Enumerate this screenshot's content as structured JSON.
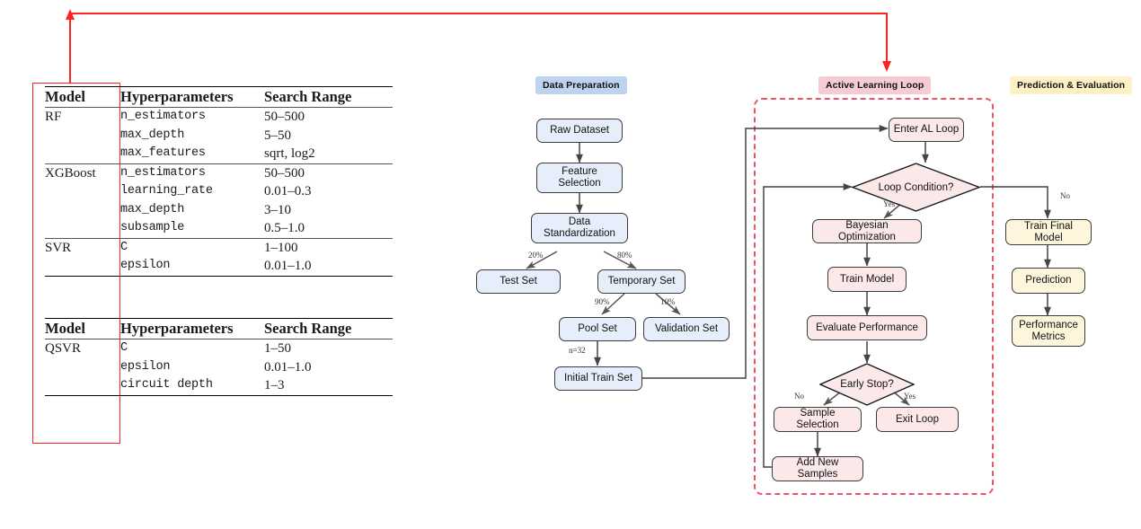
{
  "tables": {
    "table1": {
      "headers": [
        "Model",
        "Hyperparameters",
        "Search Range"
      ],
      "groups": [
        {
          "model": "RF",
          "rows": [
            {
              "param": "n_estimators",
              "range": "50–500"
            },
            {
              "param": "max_depth",
              "range": "5–50"
            },
            {
              "param": "max_features",
              "range": "sqrt, log2"
            }
          ]
        },
        {
          "model": "XGBoost",
          "rows": [
            {
              "param": "n_estimators",
              "range": "50–500"
            },
            {
              "param": "learning_rate",
              "range": "0.01–0.3"
            },
            {
              "param": "max_depth",
              "range": "3–10"
            },
            {
              "param": "subsample",
              "range": "0.5–1.0"
            }
          ]
        },
        {
          "model": "SVR",
          "rows": [
            {
              "param": "C",
              "range": "1–100"
            },
            {
              "param": "epsilon",
              "range": "0.01–1.0"
            }
          ]
        }
      ]
    },
    "table2": {
      "headers": [
        "Model",
        "Hyperparameters",
        "Search Range"
      ],
      "groups": [
        {
          "model": "QSVR",
          "rows": [
            {
              "param": "C",
              "range": "1–50"
            },
            {
              "param": "epsilon",
              "range": "0.01–1.0"
            },
            {
              "param": "circuit depth",
              "range": "1–3"
            }
          ]
        }
      ]
    }
  },
  "colors": {
    "highlight_red": "#ff2222",
    "loop_dashed_red": "#e8556a",
    "data_prep_fill": "#e7eefb",
    "data_prep_header_fill": "#bed3f0",
    "al_fill": "#fbe9ea",
    "al_header_fill": "#f6ccd4",
    "pred_fill": "#fdf6dd",
    "pred_header_fill": "#fdf0c4",
    "node_border": "#3b3b3b",
    "arrow": "#444444"
  },
  "flowchart": {
    "sections": [
      {
        "id": "data-preparation",
        "label": "Data Preparation"
      },
      {
        "id": "active-learning-loop",
        "label": "Active Learning Loop"
      },
      {
        "id": "prediction-evaluation",
        "label": "Prediction & Evaluation"
      }
    ],
    "data_prep_nodes": [
      {
        "id": "raw-dataset",
        "label": "Raw Dataset"
      },
      {
        "id": "feature-selection",
        "label": "Feature\nSelection"
      },
      {
        "id": "data-standardization",
        "label": "Data\nStandardization"
      },
      {
        "id": "test-set",
        "label": "Test Set"
      },
      {
        "id": "temporary-set",
        "label": "Temporary Set"
      },
      {
        "id": "pool-set",
        "label": "Pool Set"
      },
      {
        "id": "validation-set",
        "label": "Validation Set"
      },
      {
        "id": "initial-train-set",
        "label": "Initial Train Set"
      }
    ],
    "al_nodes": [
      {
        "id": "enter-al-loop",
        "label": "Enter AL Loop"
      },
      {
        "id": "loop-condition",
        "label": "Loop Condition?",
        "shape": "diamond"
      },
      {
        "id": "bayesian-optimization",
        "label": "Bayesian Optimization"
      },
      {
        "id": "train-model",
        "label": "Train Model"
      },
      {
        "id": "evaluate-performance",
        "label": "Evaluate Performance"
      },
      {
        "id": "early-stop",
        "label": "Early Stop?",
        "shape": "diamond"
      },
      {
        "id": "sample-selection",
        "label": "Sample Selection"
      },
      {
        "id": "exit-loop",
        "label": "Exit Loop"
      },
      {
        "id": "add-new-samples",
        "label": "Add New Samples"
      }
    ],
    "pred_nodes": [
      {
        "id": "train-final-model",
        "label": "Train Final Model"
      },
      {
        "id": "prediction",
        "label": "Prediction"
      },
      {
        "id": "performance-metrics",
        "label": "Performance\nMetrics"
      }
    ],
    "edge_labels": [
      {
        "id": "split-20",
        "text": "20%"
      },
      {
        "id": "split-80",
        "text": "80%"
      },
      {
        "id": "split-90",
        "text": "90%"
      },
      {
        "id": "split-10",
        "text": "10%"
      },
      {
        "id": "initial-n",
        "text": "n=32"
      },
      {
        "id": "loop-yes",
        "text": "Yes"
      },
      {
        "id": "loop-no",
        "text": "No"
      },
      {
        "id": "early-no",
        "text": "No"
      },
      {
        "id": "early-yes",
        "text": "Yes"
      }
    ]
  }
}
